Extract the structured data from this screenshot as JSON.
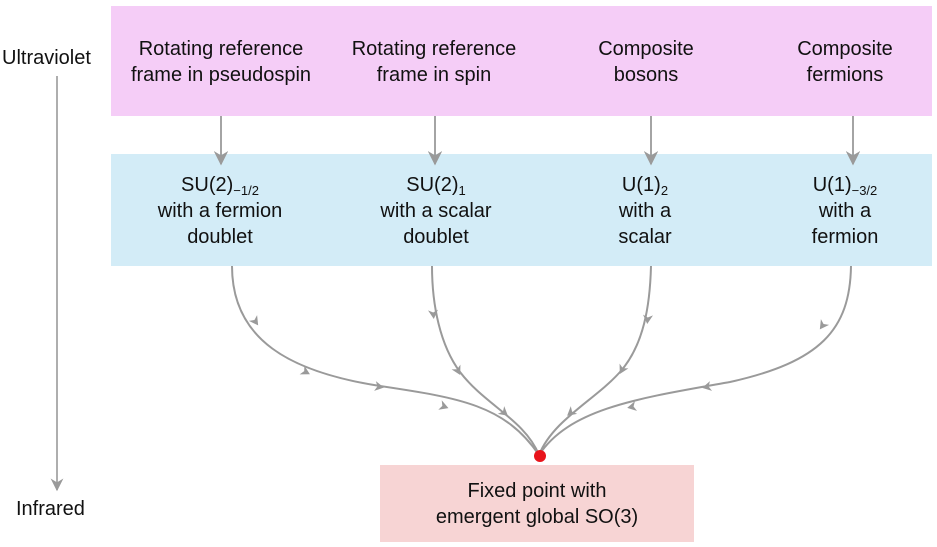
{
  "axis": {
    "uv_label": "Ultraviolet",
    "ir_label": "Infrared"
  },
  "sources": [
    {
      "line1": "Rotating reference",
      "line2": "frame in pseudospin"
    },
    {
      "line1": "Rotating reference",
      "line2": "frame in spin"
    },
    {
      "line1": "Composite",
      "line2": "bosons"
    },
    {
      "line1": "Composite",
      "line2": "fermions"
    }
  ],
  "theories": [
    {
      "name": "SU(2)",
      "sub": "−1/2",
      "line2": "with a fermion",
      "line3": "doublet"
    },
    {
      "name": "SU(2)",
      "sub": "1",
      "line2": "with a scalar",
      "line3": "doublet"
    },
    {
      "name": "U(1)",
      "sub": "2",
      "line2": "with a",
      "line3": "scalar"
    },
    {
      "name": "U(1)",
      "sub": "−3/2",
      "line2": "with a",
      "line3": "fermion"
    }
  ],
  "fixed_point": {
    "line1": "Fixed point with",
    "line2": "emergent global SO(3)"
  },
  "colors": {
    "uv_band": "#f5cdf7",
    "mid_band": "#d3ecf7",
    "ir_box": "#f7d4d4",
    "arrow": "#9a9a9a",
    "fixed_point_dot": "#e8141b"
  }
}
